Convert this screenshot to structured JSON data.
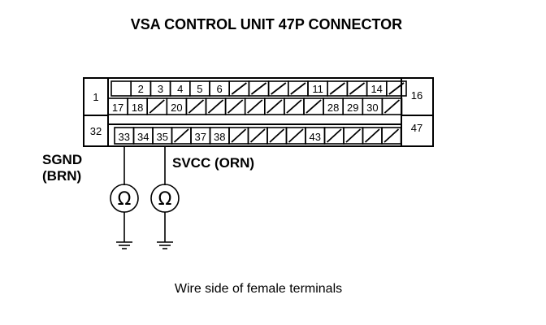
{
  "title": "VSA CONTROL UNIT 47P CONNECTOR",
  "caption": "Wire side of female terminals",
  "connector": {
    "left_top_pin": "1",
    "left_bottom_pin": "32",
    "right_top_pin": "16",
    "right_bottom_pin": "47",
    "row1": [
      "",
      "2",
      "3",
      "4",
      "5",
      "6",
      "/",
      "/",
      "/",
      "/",
      "11",
      "/",
      "/",
      "14",
      "/"
    ],
    "row2": [
      "17",
      "18",
      "/",
      "20",
      "/",
      "/",
      "/",
      "/",
      "/",
      "/",
      "/",
      "28",
      "29",
      "30",
      "/"
    ],
    "row3": [
      "33",
      "34",
      "35",
      "/",
      "37",
      "38",
      "/",
      "/",
      "/",
      "/",
      "43",
      "/",
      "/",
      "/",
      "/"
    ]
  },
  "meters": [
    {
      "label_line1": "SGND",
      "label_line2": "(BRN)",
      "symbol": "Ω",
      "pin": "33"
    },
    {
      "label_line1": "SVCC (ORN)",
      "label_line2": "",
      "symbol": "Ω",
      "pin": "35"
    }
  ]
}
